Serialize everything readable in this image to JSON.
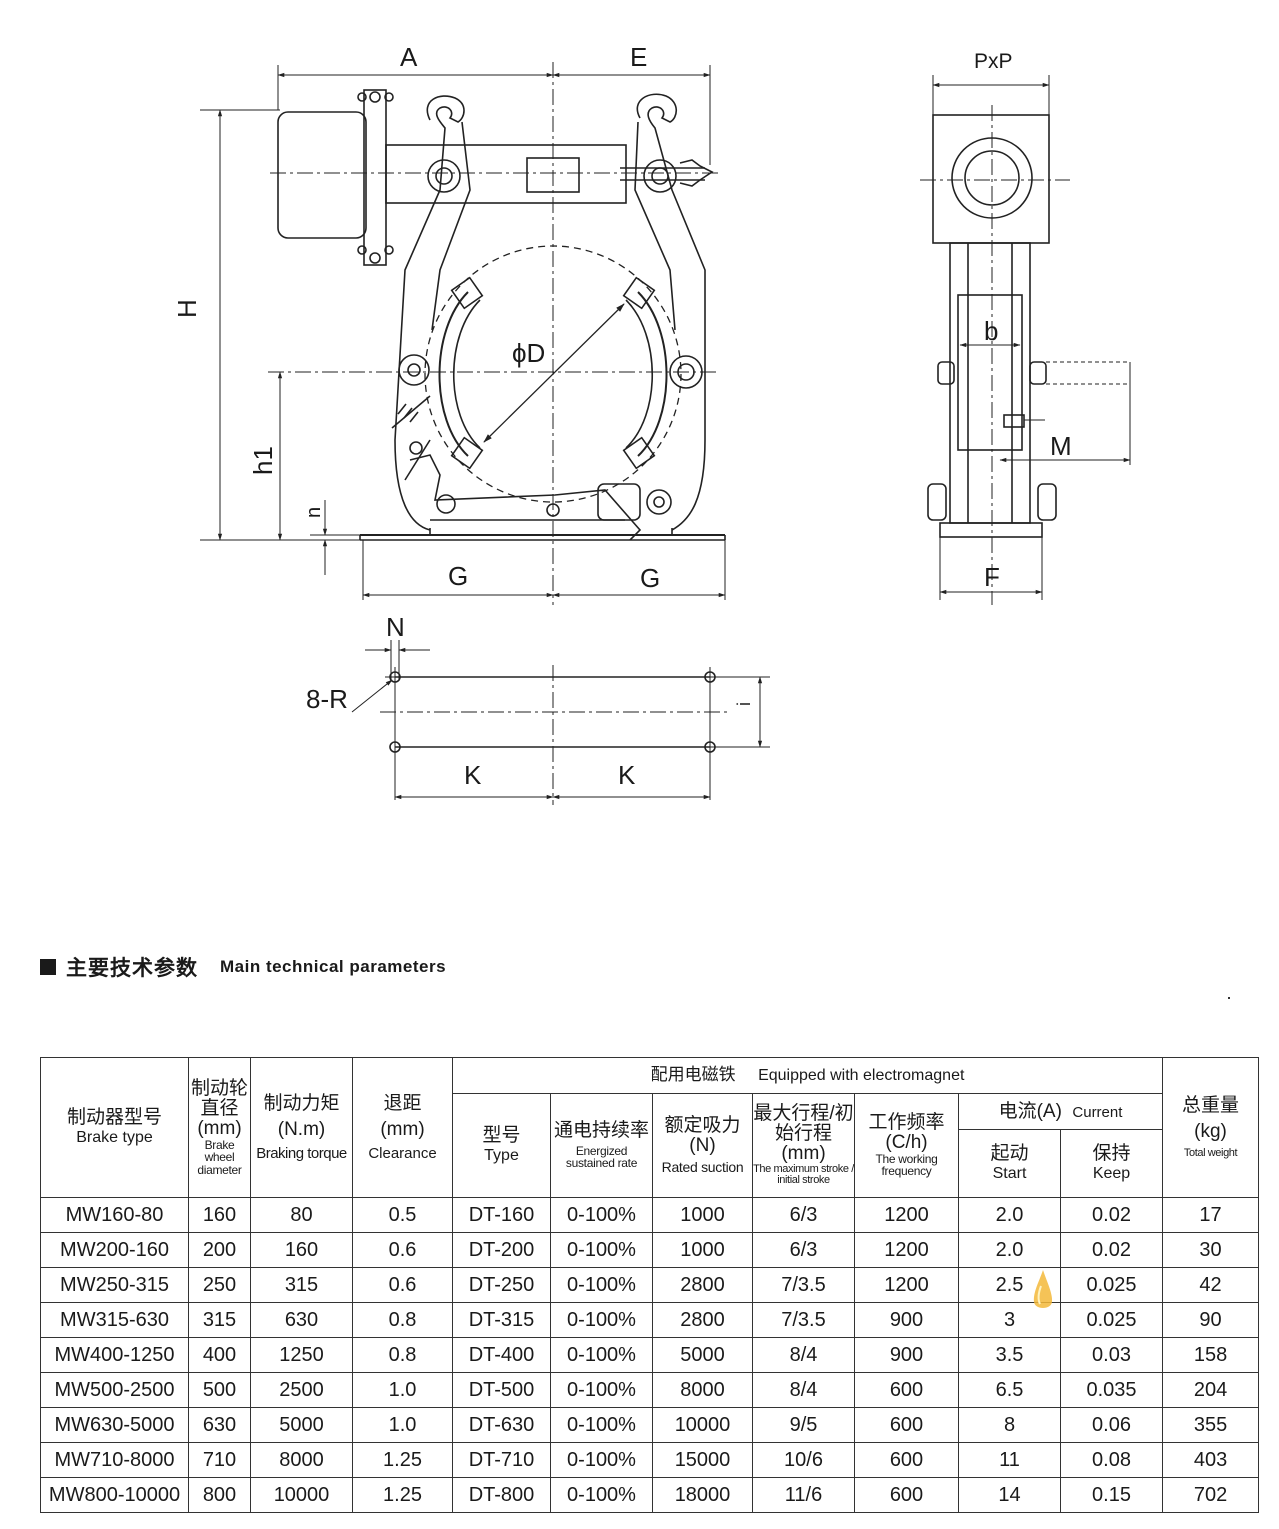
{
  "drawing": {
    "labels": {
      "A": "A",
      "E": "E",
      "H": "H",
      "h1": "h1",
      "n": "n",
      "phiD": "ϕD",
      "G_left": "G",
      "G_right": "G",
      "PxP": "PxP",
      "b": "b",
      "M": "M",
      "F": "F",
      "N": "N",
      "R": "8-R",
      "K_left": "K",
      "K_right": "K",
      "i": "i"
    }
  },
  "section": {
    "title_zh": "主要技术参数",
    "title_en": "Main technical parameters"
  },
  "table": {
    "headers": {
      "brake_type_zh": "制动器型号",
      "brake_type_en": "Brake type",
      "wheel_zh": "制动轮直径",
      "wheel_unit": "(mm)",
      "wheel_en": "Brake wheel diameter",
      "torque_zh": "制动力矩",
      "torque_unit": "(N.m)",
      "torque_en": "Braking torque",
      "clearance_zh": "退距",
      "clearance_unit": "(mm)",
      "clearance_en": "Clearance",
      "electromagnet_zh": "配用电磁铁",
      "electromagnet_en": "Equipped with electromagnet",
      "type_zh": "型号",
      "type_en": "Type",
      "rate_zh": "通电持续率",
      "rate_en": "Energized sustained rate",
      "suction_zh": "额定吸力(N)",
      "suction_en": "Rated suction",
      "stroke_zh": "最大行程/初始行程",
      "stroke_unit": "(mm)",
      "stroke_en": "The maximum stroke / initial stroke",
      "freq_zh": "工作频率",
      "freq_unit": "(C/h)",
      "freq_en": "The working frequency",
      "current_zh": "电流(A)",
      "current_en": "Current",
      "start_zh": "起动",
      "start_en": "Start",
      "keep_zh": "保持",
      "keep_en": "Keep",
      "weight_zh": "总重量",
      "weight_unit": "(kg)",
      "weight_en": "Total weight"
    },
    "rows": [
      [
        "MW160-80",
        "160",
        "80",
        "0.5",
        "DT-160",
        "0-100%",
        "1000",
        "6/3",
        "1200",
        "2.0",
        "0.02",
        "17"
      ],
      [
        "MW200-160",
        "200",
        "160",
        "0.6",
        "DT-200",
        "0-100%",
        "1000",
        "6/3",
        "1200",
        "2.0",
        "0.02",
        "30"
      ],
      [
        "MW250-315",
        "250",
        "315",
        "0.6",
        "DT-250",
        "0-100%",
        "2800",
        "7/3.5",
        "1200",
        "2.5",
        "0.025",
        "42"
      ],
      [
        "MW315-630",
        "315",
        "630",
        "0.8",
        "DT-315",
        "0-100%",
        "2800",
        "7/3.5",
        "900",
        "3",
        "0.025",
        "90"
      ],
      [
        "MW400-1250",
        "400",
        "1250",
        "0.8",
        "DT-400",
        "0-100%",
        "5000",
        "8/4",
        "900",
        "3.5",
        "0.03",
        "158"
      ],
      [
        "MW500-2500",
        "500",
        "2500",
        "1.0",
        "DT-500",
        "0-100%",
        "8000",
        "8/4",
        "600",
        "6.5",
        "0.035",
        "204"
      ],
      [
        "MW630-5000",
        "630",
        "5000",
        "1.0",
        "DT-630",
        "0-100%",
        "10000",
        "9/5",
        "600",
        "8",
        "0.06",
        "355"
      ],
      [
        "MW710-8000",
        "710",
        "8000",
        "1.25",
        "DT-710",
        "0-100%",
        "15000",
        "10/6",
        "600",
        "11",
        "0.08",
        "403"
      ],
      [
        "MW800-10000",
        "800",
        "10000",
        "1.25",
        "DT-800",
        "0-100%",
        "18000",
        "11/6",
        "600",
        "14",
        "0.15",
        "702"
      ]
    ]
  }
}
